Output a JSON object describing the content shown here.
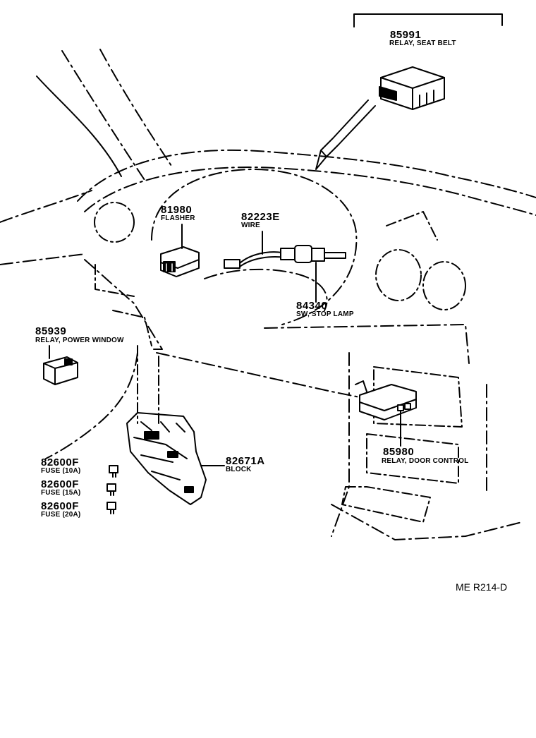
{
  "parts": [
    {
      "number": "85991",
      "name": "RELAY, SEAT BELT"
    },
    {
      "number": "81980",
      "name": "FLASHER"
    },
    {
      "number": "82223E",
      "name": "WIRE"
    },
    {
      "number": "84340",
      "name": "SW, STOP LAMP"
    },
    {
      "number": "85939",
      "name": "RELAY, POWER WINDOW"
    },
    {
      "number": "82600F",
      "name": "FUSE (10A)"
    },
    {
      "number": "82600F",
      "name": "FUSE (15A)"
    },
    {
      "number": "82600F",
      "name": "FUSE (20A)"
    },
    {
      "number": "82671A",
      "name": "BLOCK"
    },
    {
      "number": "85980",
      "name": "RELAY, DOOR CONTROL"
    }
  ],
  "diagram_ref": "ME R214-D"
}
